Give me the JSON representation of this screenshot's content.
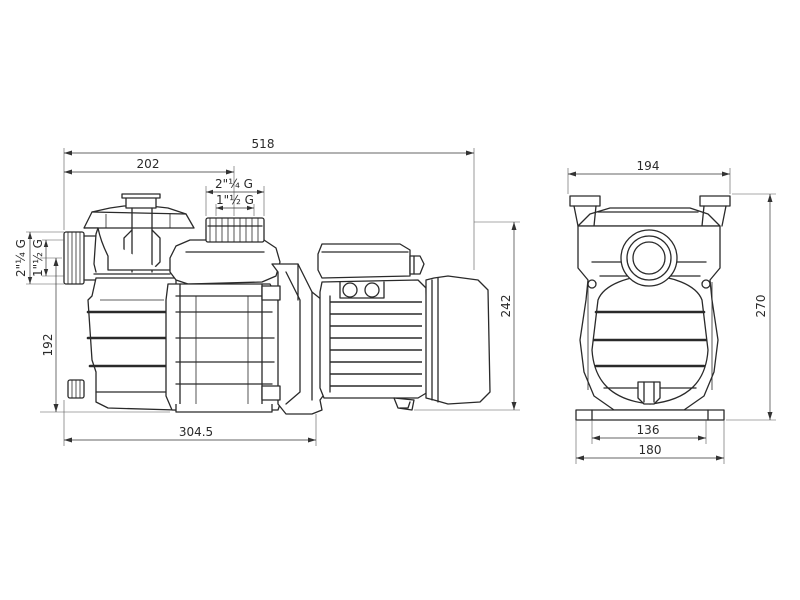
{
  "dimensions": {
    "total_length": "518",
    "inlet_offset": "202",
    "outlet_thread_outer": "2\"¼ G",
    "outlet_thread_inner": "1\"½ G",
    "inlet_thread_outer": "2\"¼ G",
    "inlet_thread_inner": "1\"½ G",
    "inlet_height": "192",
    "side_height": "242",
    "base_length": "304.5",
    "front_width": "194",
    "front_height": "270",
    "foot_spacing": "136",
    "base_width": "180"
  },
  "colors": {
    "line": "#2a2a2a",
    "background": "#ffffff"
  }
}
